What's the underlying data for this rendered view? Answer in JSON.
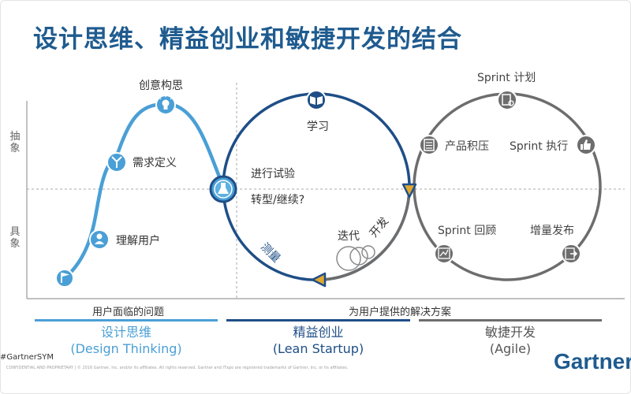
{
  "title": "设计思维、精益创业和敏捷开发的结合",
  "axis": {
    "top_label": "抽象",
    "bottom_label": "具象"
  },
  "design_thinking_nodes": {
    "empathize": "理解用户",
    "define": "需求定义",
    "ideate": "创意构思"
  },
  "lean_nodes": {
    "learn": "学习",
    "experiment": "进行试验",
    "pivot": "转型/继续?",
    "measure": "测量",
    "build": "开发",
    "iterate": "迭代"
  },
  "agile_nodes": {
    "planning": "Sprint 计划",
    "backlog": "产品积压",
    "execution": "Sprint 执行",
    "review": "Sprint 回顾",
    "release": "增量发布"
  },
  "bottom_captions": {
    "problem": "用户面临的问题",
    "solution": "为用户提供的解决方案"
  },
  "phases": {
    "design_cn": "设计思维",
    "design_en": "(Design Thinking)",
    "lean_cn": "精益创业",
    "lean_en": "(Lean Startup)",
    "agile_cn": "敏捷开发",
    "agile_en": "(Agile)"
  },
  "footer": {
    "hashtag": "#GartnerSYM",
    "note": "CONFIDENTIAL AND PROPRIETARY  |  © 2016 Gartner, Inc. and/or its affiliates. All rights reserved. Gartner and ITxpo are registered trademarks of Gartner, Inc. or its affiliates.",
    "brand": "Gartner"
  },
  "colors": {
    "design": "#4a9fd6",
    "lean": "#1f4e87",
    "agile": "#6d6d6d",
    "title": "#1f5b8f",
    "accent_gold": "#e0a830"
  }
}
